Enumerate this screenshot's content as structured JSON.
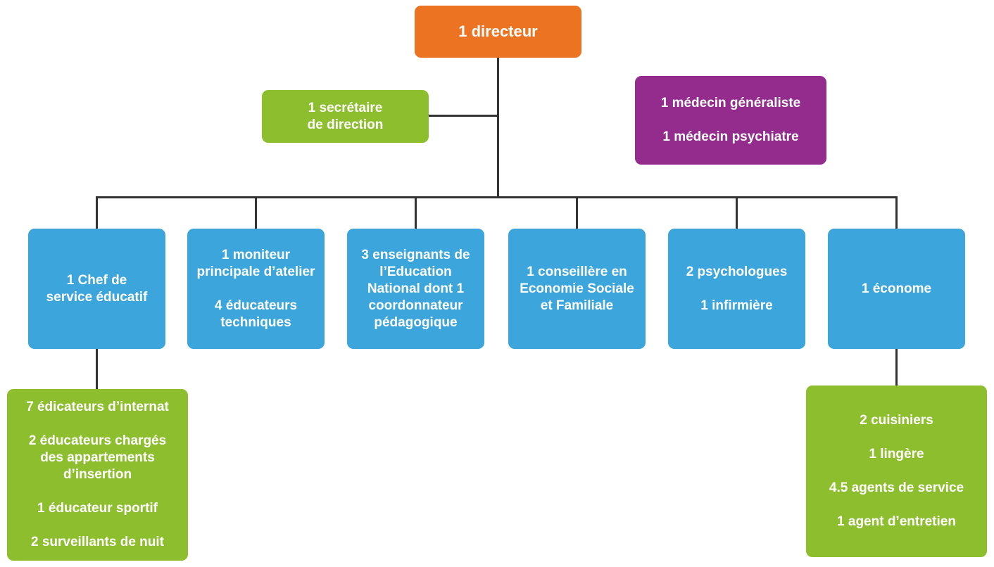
{
  "colors": {
    "director": "#EC7321",
    "support": "#8DBE2D",
    "medical": "#932C8C",
    "service": "#3CA5DB",
    "connector": "#333333"
  },
  "director": {
    "label": "1 directeur"
  },
  "secretary": {
    "line1": "1 secrétaire",
    "line2": "de direction"
  },
  "medical": {
    "line1": "1 médecin généraliste",
    "line2": "1 médecin psychiatre"
  },
  "services": [
    {
      "lines": [
        "1 Chef de",
        "service éducatif"
      ]
    },
    {
      "lines": [
        "1 moniteur",
        "principale d’atelier"
      ],
      "lines2": [
        "4 éducateurs",
        "techniques"
      ]
    },
    {
      "lines": [
        "3 enseignants de",
        "l’Education",
        "National dont 1",
        "coordonnateur",
        "pédagogique"
      ]
    },
    {
      "lines": [
        "1 conseillère en",
        "Economie Sociale",
        "et Familiale"
      ]
    },
    {
      "lines": [
        "2 psychologues"
      ],
      "lines2": [
        "1 infirmière"
      ]
    },
    {
      "lines": [
        "1 économe"
      ]
    }
  ],
  "educational_team": {
    "items": [
      {
        "lines": [
          "7 édicateurs d’internat"
        ]
      },
      {
        "lines": [
          "2 éducateurs chargés",
          "des appartements",
          "d’insertion"
        ]
      },
      {
        "lines": [
          "1 éducateur sportif"
        ]
      },
      {
        "lines": [
          "2 surveillants de nuit"
        ]
      }
    ]
  },
  "logistics_team": {
    "items": [
      {
        "lines": [
          "2 cuisiniers"
        ]
      },
      {
        "lines": [
          "1 lingère"
        ]
      },
      {
        "lines": [
          "4.5 agents de service"
        ]
      },
      {
        "lines": [
          "1 agent d’entretien"
        ]
      }
    ]
  }
}
